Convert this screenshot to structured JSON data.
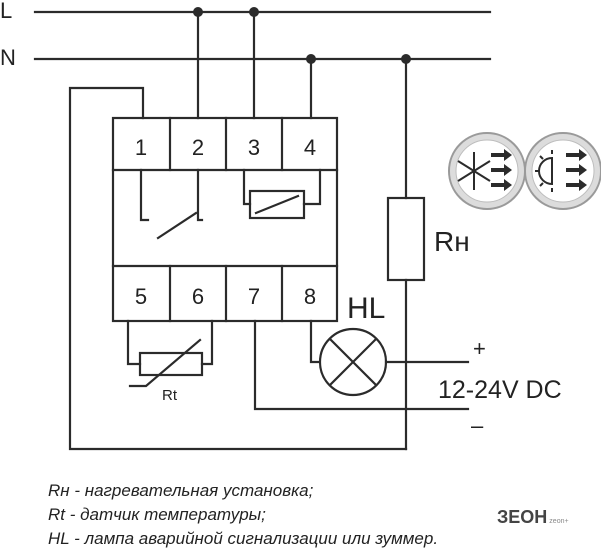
{
  "lines": {
    "line_l": "L",
    "line_n": "N"
  },
  "terminals": [
    "1",
    "2",
    "3",
    "4",
    "5",
    "6",
    "7",
    "8"
  ],
  "components": {
    "heater_label": "Rн",
    "lamp_label": "HL",
    "sensor_label": "Rt",
    "supply_plus": "+",
    "supply_minus": "–",
    "supply_voltage": "12-24V DC"
  },
  "legend": [
    "Rн - нагревательная установка;",
    "Rt - датчик температуры;",
    "HL - лампа аварийной сигнализации или зуммер."
  ],
  "logo": {
    "text": "ЗЕОН",
    "suffix": "zeon+"
  },
  "icons": [
    "heating-mode-icon",
    "cooling-mode-icon"
  ],
  "colors": {
    "stroke": "#2b2b2b",
    "icon_bg": "#dcdcdc"
  }
}
